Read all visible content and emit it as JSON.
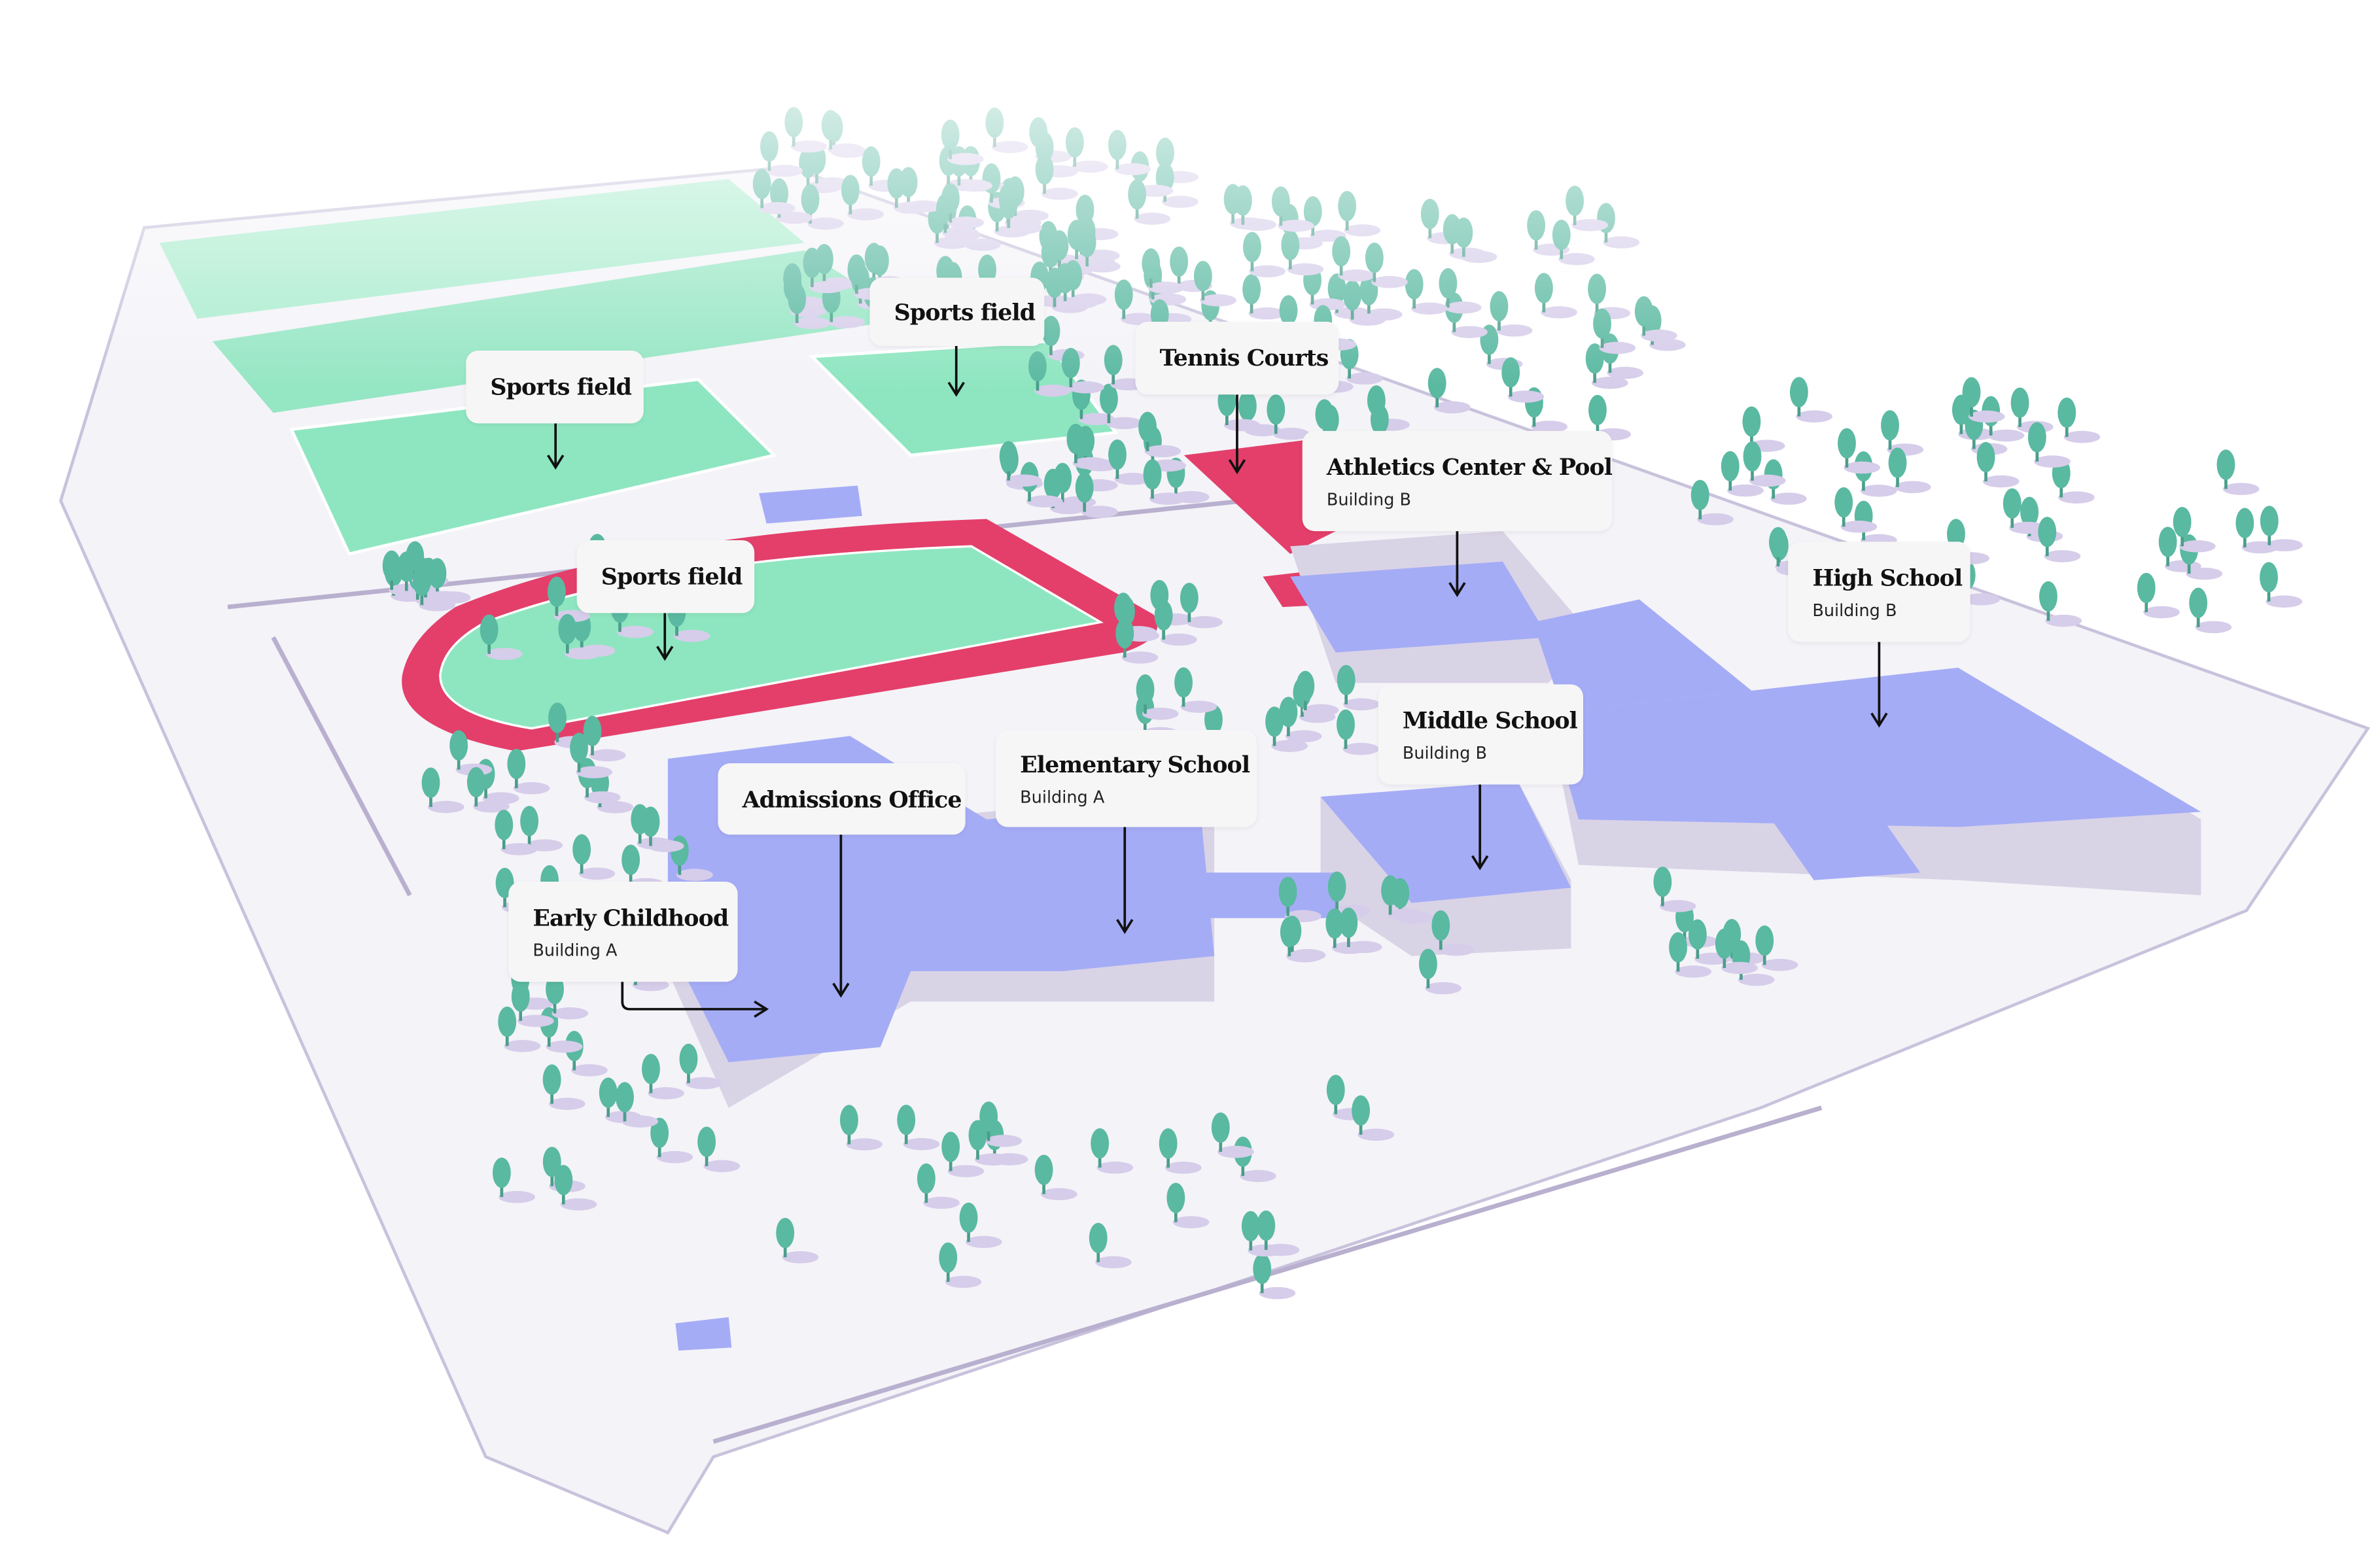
{
  "colors": {
    "field": "#8ee6c0",
    "track": "#e33f6a",
    "roof": "#a5acf6",
    "wall": "#d9d3e6",
    "tree": "#5ab9a1",
    "ground": "#f3f2f7",
    "path": "#b9b0cf"
  },
  "labels": [
    {
      "id": "sports-field-north",
      "title": "Sports field"
    },
    {
      "id": "sports-field-baseball",
      "title": "Sports field"
    },
    {
      "id": "sports-field-track",
      "title": "Sports field"
    },
    {
      "id": "tennis-courts",
      "title": "Tennis Courts"
    },
    {
      "id": "athletics-center",
      "title": "Athletics Center & Pool",
      "subtitle": "Building B"
    },
    {
      "id": "high-school",
      "title": "High School",
      "subtitle": "Building B"
    },
    {
      "id": "middle-school",
      "title": "Middle School",
      "subtitle": "Building B"
    },
    {
      "id": "elementary-school",
      "title": "Elementary School",
      "subtitle": "Building A"
    },
    {
      "id": "admissions-office",
      "title": "Admissions Office"
    },
    {
      "id": "early-childhood",
      "title": "Early Childhood",
      "subtitle": "Building A"
    }
  ]
}
